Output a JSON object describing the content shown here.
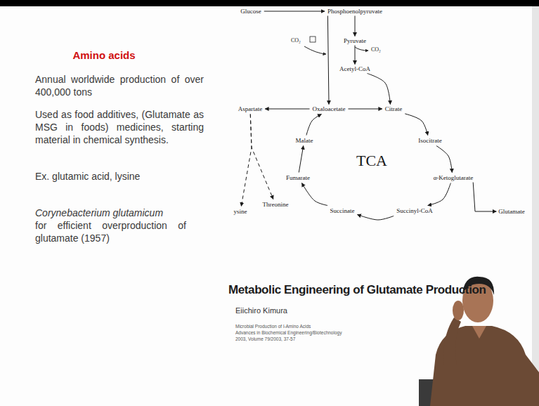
{
  "diagram": {
    "title": "Amino acids",
    "nodes": [
      {
        "text": [
          "Glucose"
        ]
      },
      {
        "text": [
          "Phosphoenolpyruvate"
        ]
      },
      {
        "text": [
          "Pyruvate"
        ]
      },
      {
        "text": [
          "Acetyl-CoA"
        ]
      },
      {
        "text": [
          "Aspartate"
        ]
      },
      {
        "text": [
          "Oxaloacetate"
        ]
      },
      {
        "text": [
          "Citrate"
        ]
      },
      {
        "text": [
          "Malate"
        ]
      },
      {
        "text": [
          "Isocitrate"
        ]
      },
      {
        "text": [
          "Fumarate"
        ]
      },
      {
        "text": [
          "α-Ketoglutarate"
        ]
      },
      {
        "text": [
          "Threonine"
        ]
      },
      {
        "text": [
          "ysine"
        ]
      },
      {
        "text": [
          "Succinate"
        ]
      },
      {
        "text": [
          "Succinyl-CoA"
        ]
      },
      {
        "text": [
          "Glutamate"
        ]
      }
    ],
    "edges": [
      {
        "from": 0,
        "to": 1,
        "arrow": "to"
      },
      {
        "from": 1,
        "to": 2,
        "arrow": "to"
      },
      {
        "from": 2,
        "to": 3,
        "arrow": "to"
      },
      {
        "from": 1,
        "to": 5,
        "arrow": "to"
      },
      {
        "from": 3,
        "to": 6,
        "arrow": "to"
      },
      {
        "from": 5,
        "to": 6,
        "arrow": "to"
      },
      {
        "from": 6,
        "to": 8,
        "arrow": "to"
      },
      {
        "from": 8,
        "to": 10,
        "arrow": "to"
      },
      {
        "from": 10,
        "to": 14,
        "arrow": "to"
      },
      {
        "from": 14,
        "to": 13,
        "arrow": "to"
      },
      {
        "from": 13,
        "to": 9,
        "arrow": "to"
      },
      {
        "from": 9,
        "to": 7,
        "arrow": "to"
      },
      {
        "from": 7,
        "to": 5,
        "arrow": "to"
      },
      {
        "from": 10,
        "to": 15,
        "arrow": "to"
      },
      {
        "from": 5,
        "to": 4,
        "arrow": "to"
      },
      {
        "from": 4,
        "to": 11,
        "arrow": "to"
      },
      {
        "from": 4,
        "to": 12,
        "arrow": "to"
      }
    ],
    "labels": [
      "Annual worldwide production of over 400,000 tons",
      "Used as food additives, (Glutamate as MSG in foods) medicines, starting material in chemical synthesis.",
      "Ex. glutamic acid, lysine",
      "Corynebacterium glutamicum",
      "for efficient overproduction of glutamate (1957)",
      "CO₂",
      "CO₂",
      "TCA",
      "Metabolic Engineering of Glutamate Production",
      "Eiichiro Kimura",
      "Microbial Production of l-Amino Acids",
      "Advances in Biochemical Engineering/Biotechnology",
      "2003, Volume 79/2003, 37-57"
    ]
  }
}
